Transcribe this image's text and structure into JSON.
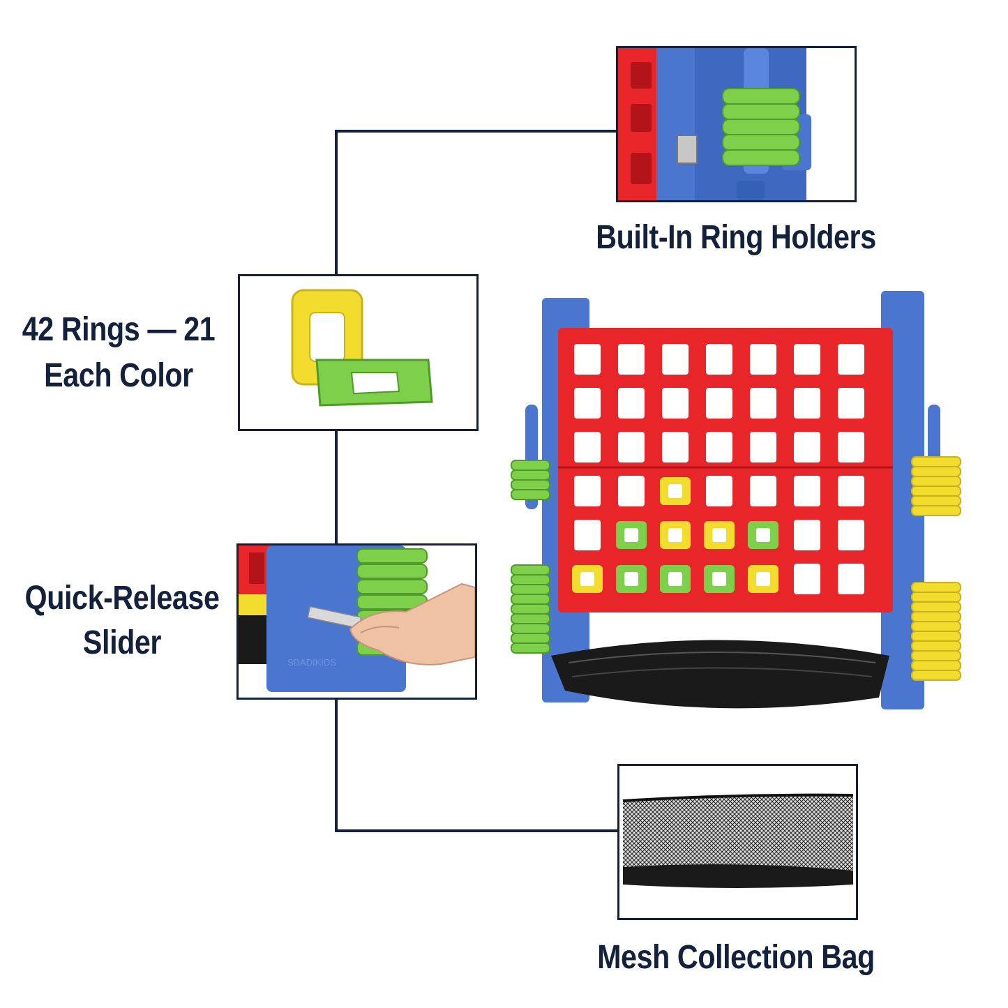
{
  "features": {
    "ring_holders": {
      "label": "Built-In Ring Holders"
    },
    "rings": {
      "label_line1": "42 Rings — 21",
      "label_line2": "Each Color"
    },
    "slider": {
      "label_line1": "Quick-Release",
      "label_line2": "Slider",
      "brand_mark": "SDADIKIDS"
    },
    "mesh_bag": {
      "label": "Mesh Collection Bag"
    }
  },
  "colors": {
    "navy": "#14213d",
    "frame_blue": "#4a76d0",
    "board_red": "#e8262a",
    "ring_yellow": "#f2dd2e",
    "ring_green": "#7ed04a",
    "mesh_black": "#1a1a1a"
  }
}
